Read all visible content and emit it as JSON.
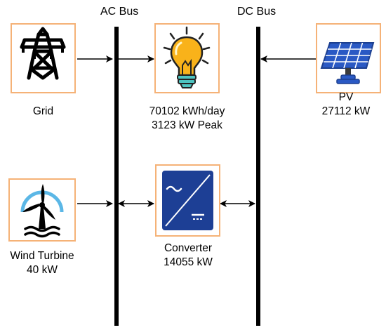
{
  "buses": {
    "ac": {
      "label": "AC Bus"
    },
    "dc": {
      "label": "DC Bus"
    }
  },
  "components": {
    "grid": {
      "name": "Grid",
      "icon": "transmission-tower-icon"
    },
    "load": {
      "line1": "70102 kWh/day",
      "line2": "3123 kW Peak",
      "icon": "light-bulb-icon"
    },
    "pv": {
      "name": "PV",
      "rating": "27112 kW",
      "icon": "solar-panel-icon"
    },
    "wind": {
      "name": "Wind Turbine",
      "rating": "40 kW",
      "icon": "wind-turbine-icon"
    },
    "converter": {
      "name": "Converter",
      "rating": "14055 kW",
      "icon": "converter-icon"
    }
  },
  "colors": {
    "box_border": "#f5b277",
    "bus_line": "#000000",
    "bulb": "#f9b21a",
    "solar_panel": "#2a59c4",
    "converter": "#1d3f95",
    "turbine_ring": "#5bb7e6"
  }
}
